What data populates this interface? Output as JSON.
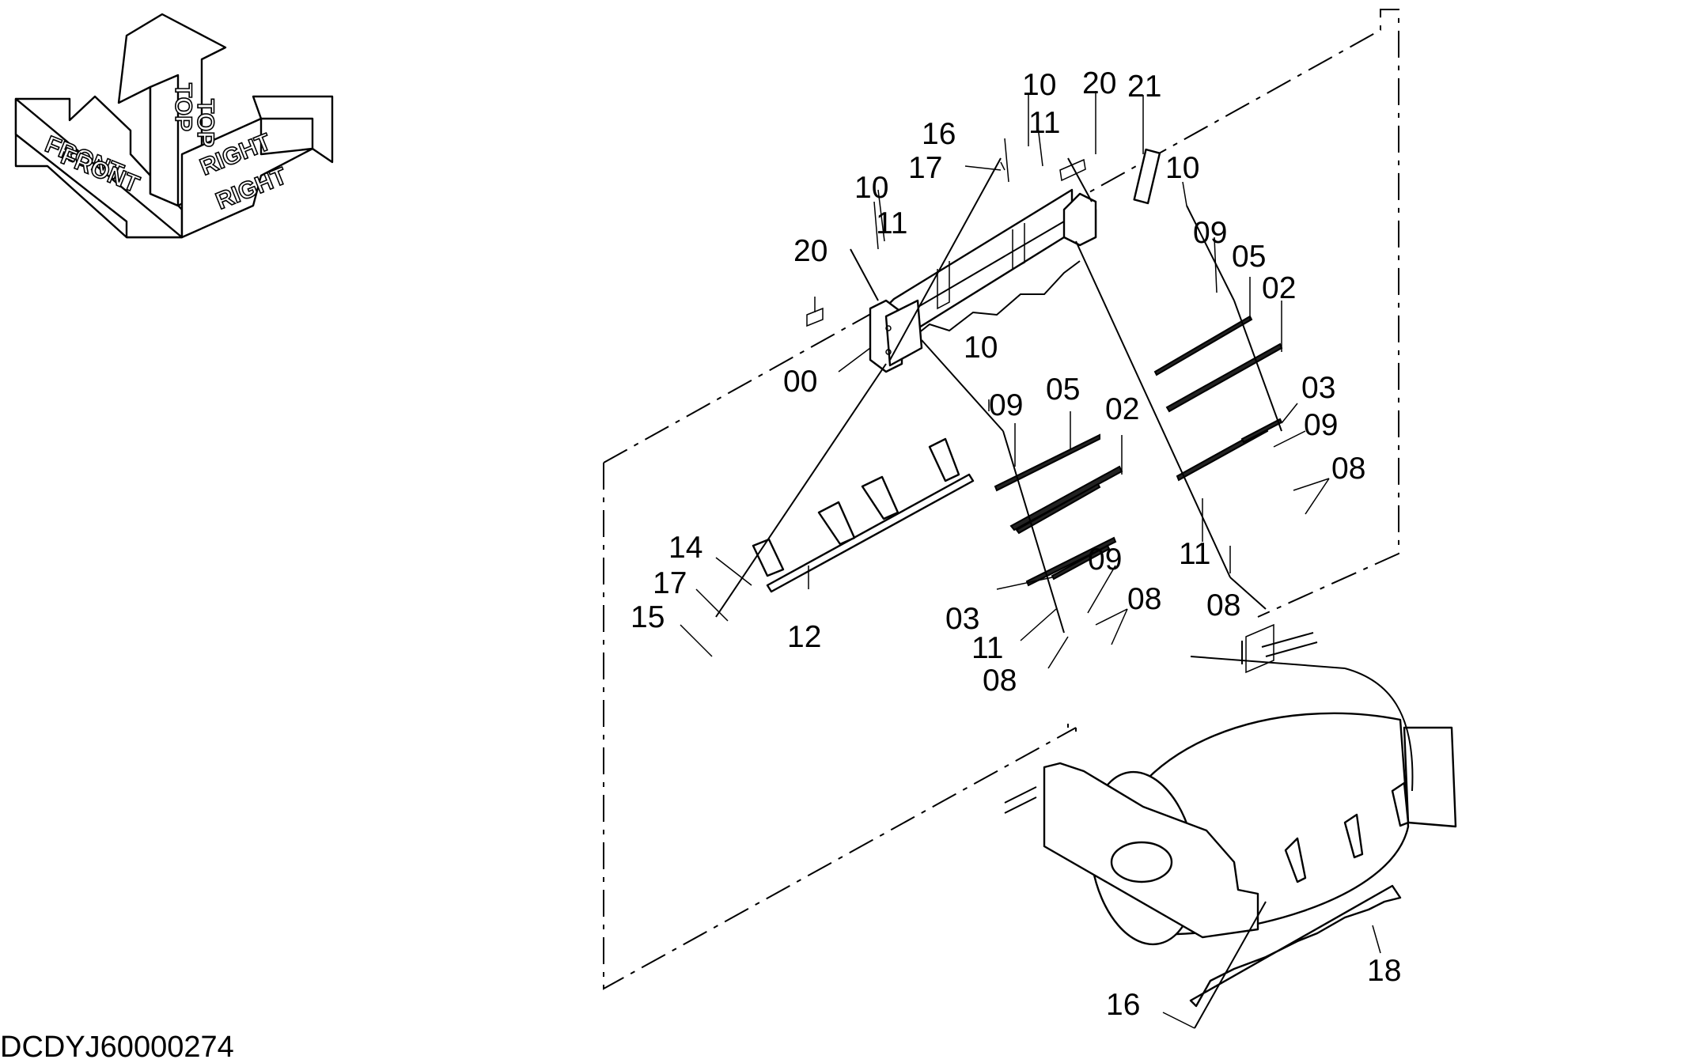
{
  "drawing_code": "DCDYJ60000274",
  "orientation": {
    "front": "FRONT",
    "top": "TOP",
    "right": "RIGHT"
  },
  "callouts": [
    "00",
    "02",
    "03",
    "05",
    "08",
    "09",
    "10",
    "11",
    "12",
    "14",
    "15",
    "16",
    "17",
    "18",
    "20",
    "21"
  ]
}
